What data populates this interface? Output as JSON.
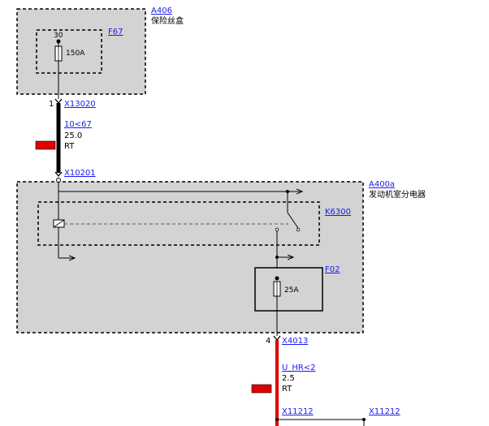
{
  "modules": {
    "fuse_box": {
      "id": "A406",
      "name": "保险丝盒"
    },
    "distributor": {
      "id": "A400a",
      "name": "发动机室分电器"
    }
  },
  "fuses": {
    "f67": {
      "id": "F67",
      "pin": "30",
      "rating": "150A"
    },
    "f02": {
      "id": "F02",
      "rating": "25A"
    }
  },
  "relay": {
    "id": "K6300"
  },
  "connectors": {
    "x13020": {
      "pin": "1",
      "id": "X13020"
    },
    "x10201": {
      "id": "X10201"
    },
    "x4013": {
      "pin": "4",
      "id": "X4013"
    },
    "x11212_left": {
      "id": "X11212"
    },
    "x11212_right": {
      "id": "X11212"
    }
  },
  "wires": {
    "main": {
      "ref": "10<67",
      "gauge": "25.0",
      "color": "RT"
    },
    "branch": {
      "ref": "U_HR<2",
      "gauge": "2.5",
      "color": "RT"
    }
  },
  "colors": {
    "module_fill": "#d3d3d3",
    "wire_thick": "#000000",
    "wire_red": "#e00000",
    "link": "#1a1aee"
  }
}
